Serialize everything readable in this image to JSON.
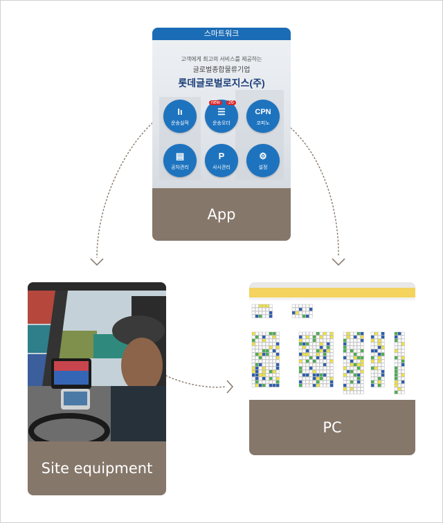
{
  "app_card": {
    "screen": {
      "title": "스마트워크",
      "tagline": "고객에게 최고의 서비스를 제공하는",
      "tagline2": "글로벌종합물류기업",
      "company": "롯데글로벌로지스(주)",
      "badge_new": "new",
      "badge_count": "26",
      "buttons": [
        {
          "icon": "chart-icon",
          "icon_text": "Ιı",
          "label": "운송실적"
        },
        {
          "icon": "document-icon",
          "icon_text": "☰",
          "label": "운송오더"
        },
        {
          "icon": "cpn-icon",
          "icon_text": "CPN",
          "label": "코피노"
        },
        {
          "icon": "truck-icon",
          "icon_text": "▤",
          "label": "공차관리"
        },
        {
          "icon": "parking-icon",
          "icon_text": "P",
          "label": "사시관리"
        },
        {
          "icon": "gear-icon",
          "icon_text": "⚙",
          "label": "설정"
        }
      ]
    },
    "label": "App"
  },
  "site_card": {
    "label": "Site equipment"
  },
  "pc_card": {
    "label": "PC"
  },
  "colors": {
    "card_label_bg": "#86776b",
    "app_blue": "#1e73be",
    "arrow": "#8a7c70"
  }
}
